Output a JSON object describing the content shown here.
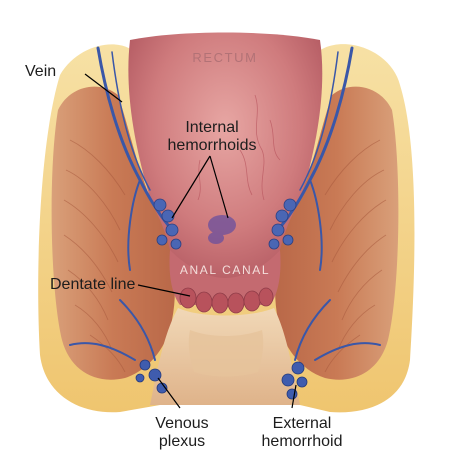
{
  "diagram": {
    "regions": {
      "rectum": "RECTUM",
      "anal_canal": "ANAL CANAL"
    },
    "labels": {
      "vein": "Vein",
      "internal_line1": "Internal",
      "internal_line2": "hemorrhoids",
      "dentate_line": "Dentate line",
      "venous_line1": "Venous",
      "venous_line2": "plexus",
      "external_line1": "External",
      "external_line2": "hemorrhoid"
    },
    "colors": {
      "mucosa": "#c96f73",
      "muscle": "#cf8a64",
      "fat": "#f4d488",
      "vein": "#3a57a8",
      "skin": "#eccca6"
    }
  }
}
